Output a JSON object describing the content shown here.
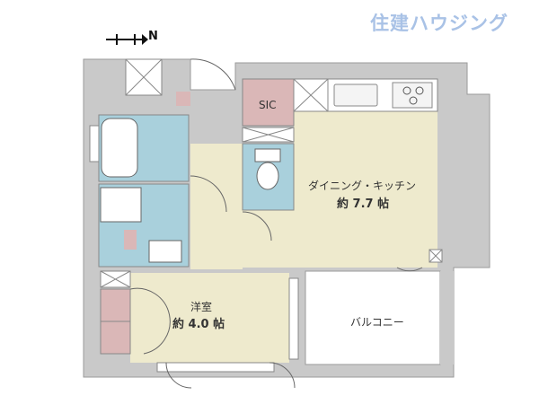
{
  "brand": {
    "name": "住建ハウジング"
  },
  "compass": {
    "north_label": "N"
  },
  "rooms": {
    "dining_kitchen": {
      "name": "ダイニング・キッチン",
      "area": "約 7.7 帖"
    },
    "western_room": {
      "name": "洋室",
      "area": "約 4.0 帖"
    },
    "balcony": {
      "name": "バルコニー"
    },
    "sic": {
      "name": "SIC"
    }
  },
  "colors": {
    "wall": "#c9c9c9",
    "floor": "#eeeacd",
    "wet_area": "#a9d0dc",
    "storage": "#dab7b7",
    "brand": "#a9c2e6"
  }
}
